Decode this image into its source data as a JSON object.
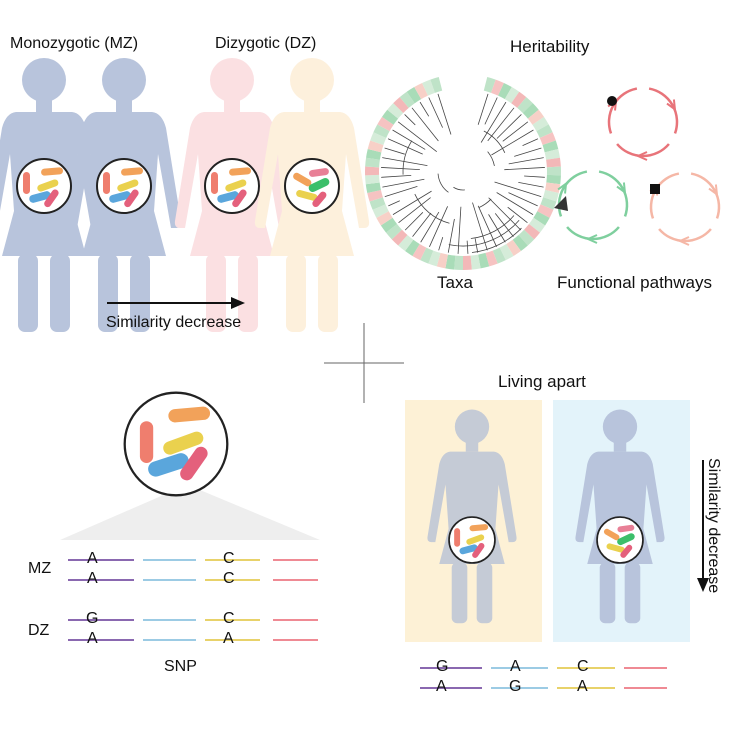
{
  "quadrant_tl": {
    "mz_label": "Monozygotic (MZ)",
    "dz_label": "Dizygotic (DZ)",
    "arrow_label": "Similarity decrease"
  },
  "quadrant_tr": {
    "title": "Heritability",
    "taxa_label": "Taxa",
    "pathways_label": "Functional pathways"
  },
  "quadrant_bl": {
    "row_labels": [
      "MZ",
      "DZ"
    ],
    "mz_top": [
      "A",
      "C"
    ],
    "mz_bottom": [
      "A",
      "C"
    ],
    "dz_top": [
      "G",
      "C"
    ],
    "dz_bottom": [
      "A",
      "A"
    ],
    "snp_label": "SNP"
  },
  "quadrant_br": {
    "title": "Living apart",
    "arrow_label": "Similarity decrease",
    "top_bases": [
      "G",
      "A",
      "C"
    ],
    "bottom_bases": [
      "A",
      "G",
      "A"
    ]
  },
  "colors": {
    "mz_body": "#b8c4dc",
    "dz_body_1": "#fbe0e2",
    "dz_body_2": "#fdf0dc",
    "panel_left": "#fdf1d6",
    "panel_right": "#e3f3fa",
    "line_purple": "#8a68b0",
    "line_blue": "#9ccbe4",
    "line_yellow": "#e8d26a",
    "line_red": "#ef8a94",
    "cycle_red": "#e8747a",
    "cycle_green": "#7fcf9e",
    "cycle_peach": "#f5b7a6"
  }
}
